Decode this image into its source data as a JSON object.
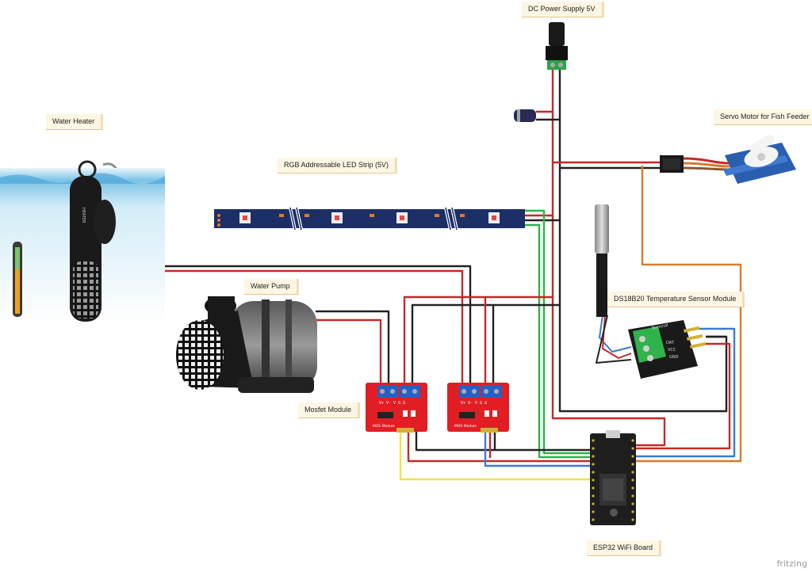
{
  "labels": {
    "power_supply": "DC Power Supply 5V",
    "servo": "Servo Motor for Fish Feeder",
    "heater": "Water Heater",
    "led_strip": "RGB Addressable LED Strip (5V)",
    "pump": "Water Pump",
    "temp_sensor": "DS18B20 Temperature Sensor Module",
    "mosfet": "Mosfet Module",
    "esp32": "ESP32 WiFi Board"
  },
  "module_text": {
    "mosfet_terminals": "V+ V- V G G",
    "mosfet_footer": "MOS Module",
    "sensor_terminal": "Terminal",
    "sensor_pins": [
      "DAT",
      "VCC",
      "GND"
    ]
  },
  "watermark": "fritzing",
  "colors": {
    "wire_red": "#c62828",
    "wire_black": "#222222",
    "wire_green": "#2fb34a",
    "wire_blue": "#3a7bd5",
    "wire_yellow": "#f0e442",
    "wire_orange": "#d97a2b",
    "mosfet_board": "#e21d24",
    "esp32_board": "#1e1e1e",
    "led_strip": "#1c2f66",
    "sensor_board": "#1a1a1a"
  }
}
